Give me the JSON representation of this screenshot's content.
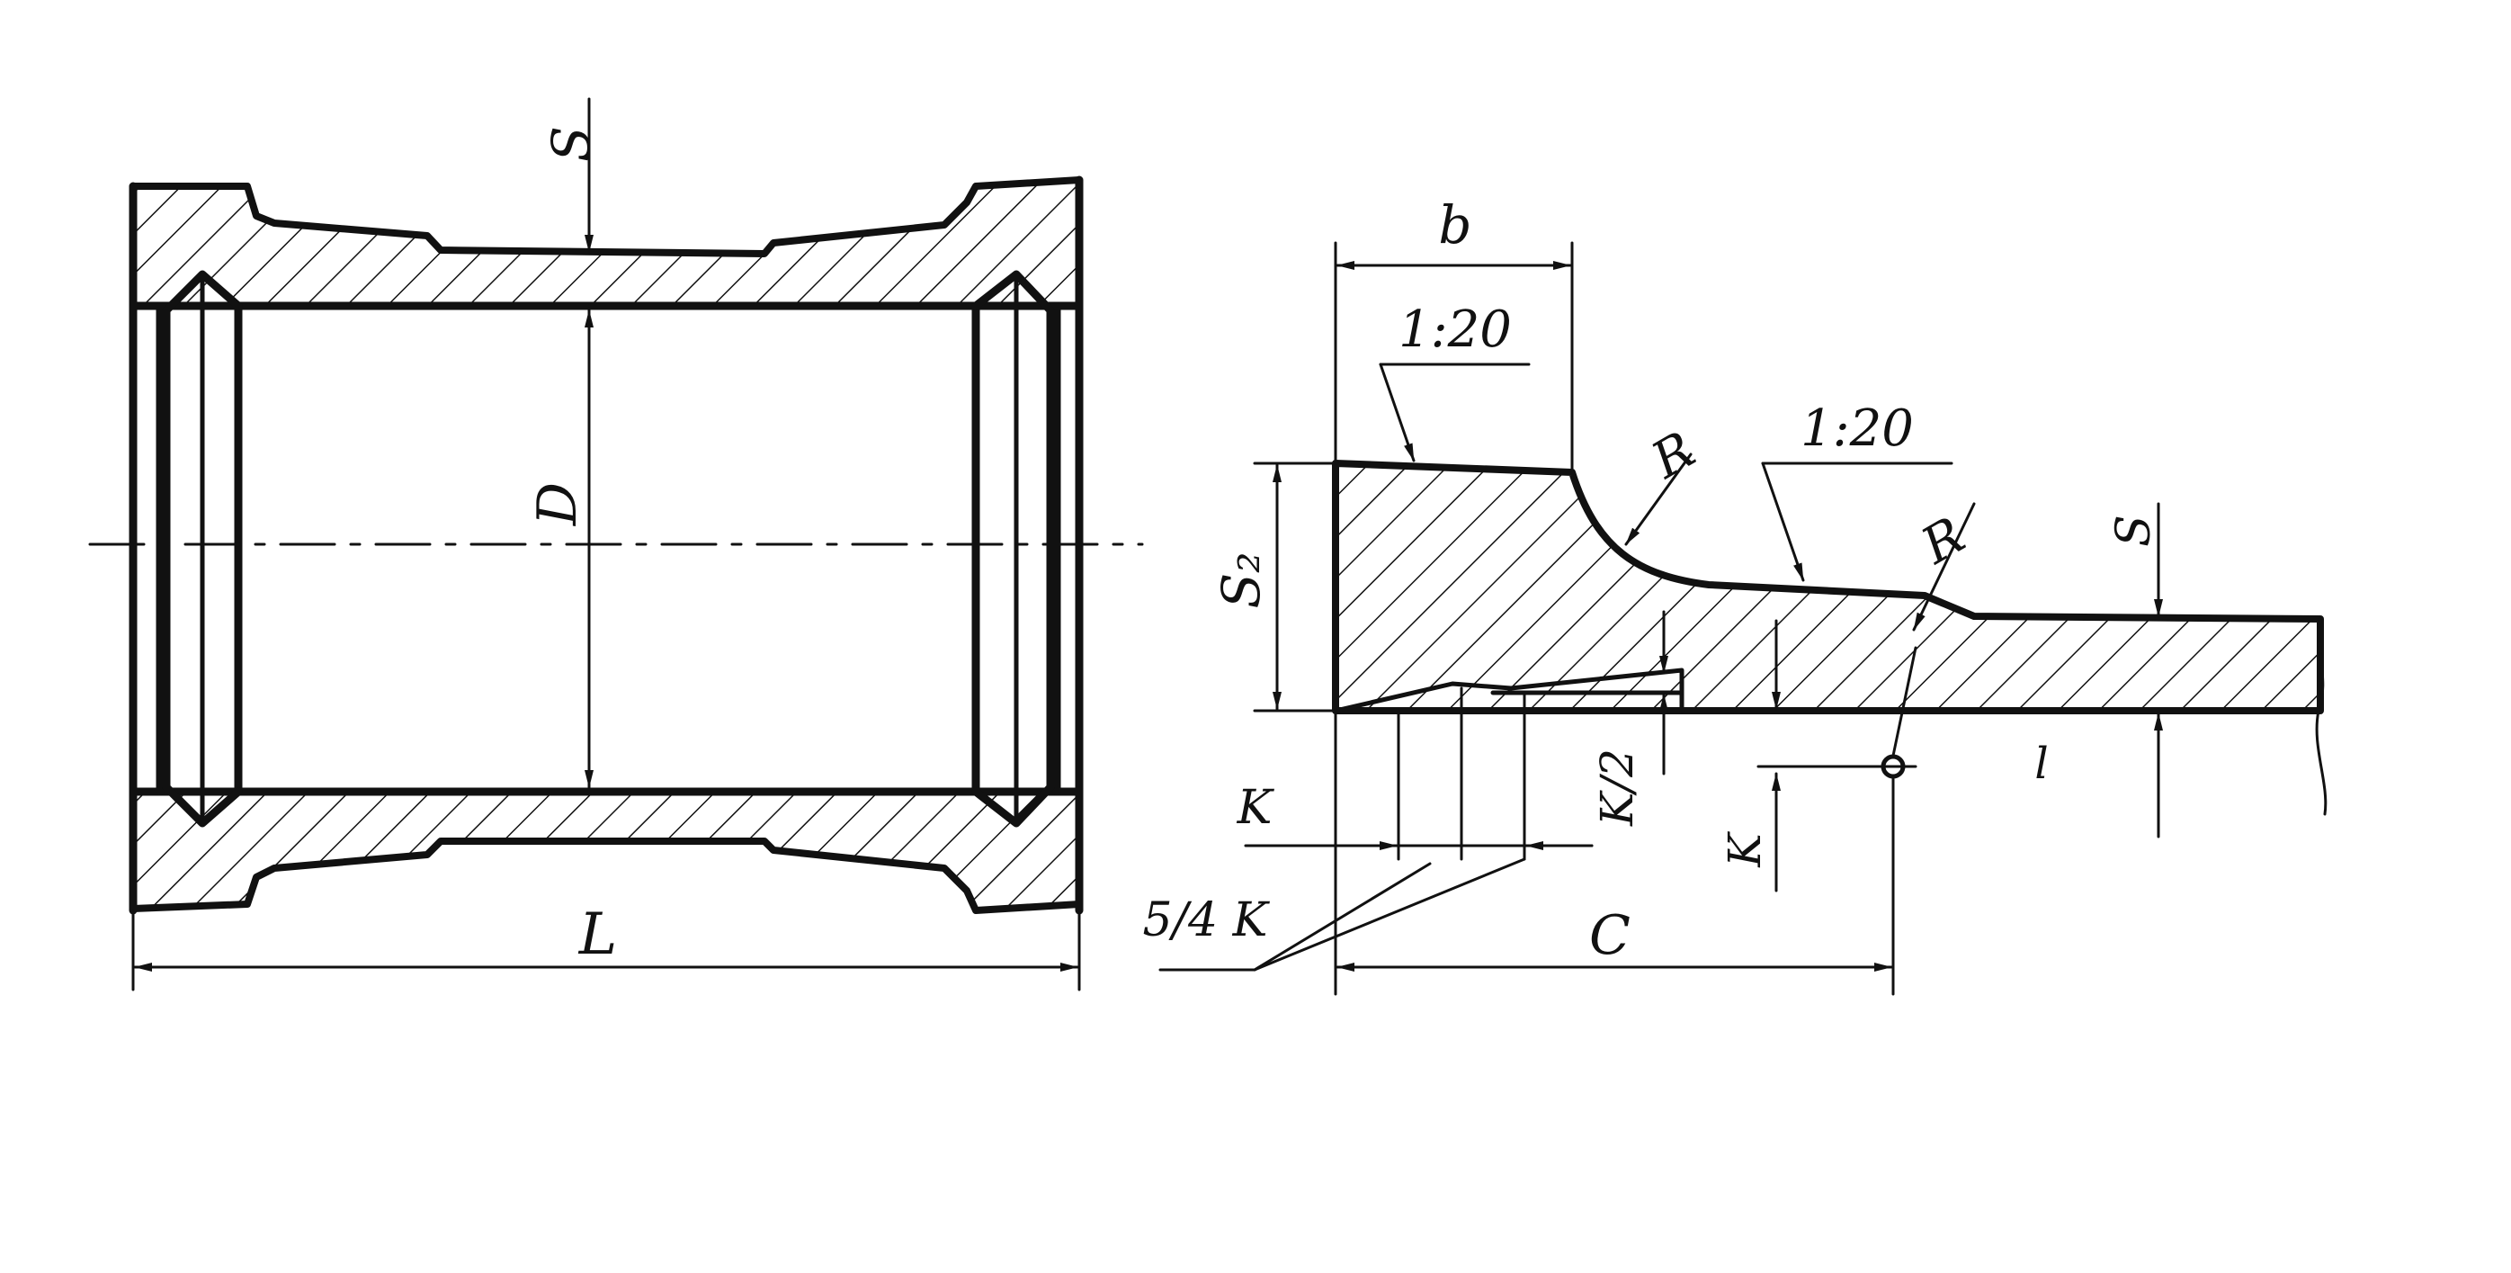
{
  "colors": {
    "ink": "#111111",
    "paper": "#ffffff"
  },
  "labels": {
    "left_wall_thickness": "S",
    "diameter": "D",
    "length": "L",
    "bell_width": "b",
    "taper_upper": "1:20",
    "taper_lower": "1:20",
    "radius_upper": "R",
    "radius_lower": "R",
    "bell_thickness": "S₂",
    "right_wall_thickness": "S",
    "k_left": "K",
    "k_half": "K/2",
    "k_lower": "K",
    "five_fourths_k": "5/4 K",
    "depth_c": "C",
    "line_mark": "l"
  }
}
